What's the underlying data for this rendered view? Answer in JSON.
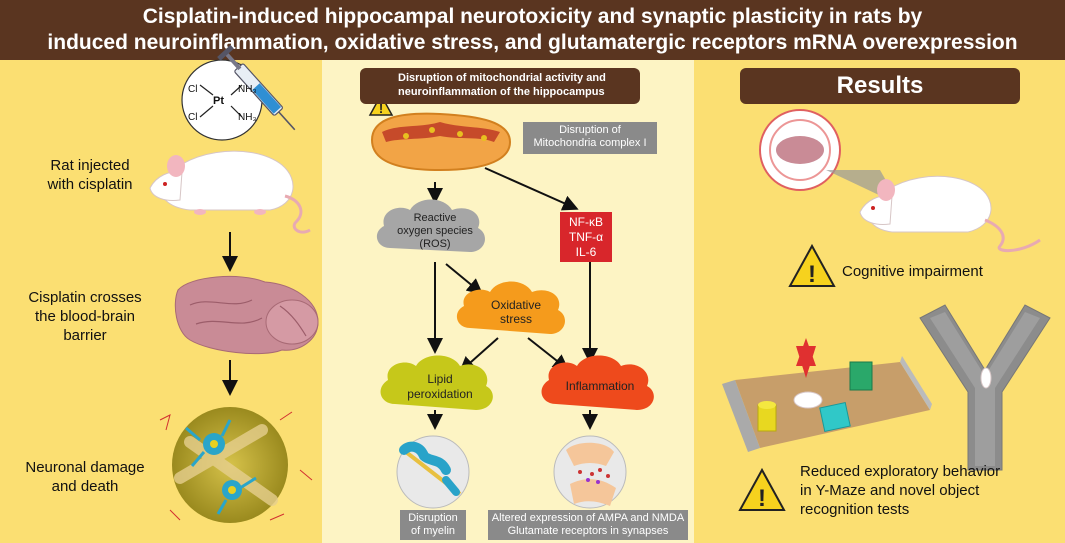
{
  "title": {
    "line1": "Cisplatin-induced hippocampal neurotoxicity and synaptic plasticity in rats by",
    "line2": "induced neuroinflammation, oxidative stress, and glutamatergic receptors mRNA overexpression"
  },
  "left": {
    "molecule": {
      "cl1": "Cl",
      "cl2": "Cl",
      "pt": "Pt",
      "nh1": "NH₃",
      "nh2": "NH₃"
    },
    "step1": {
      "line1": "Rat injected",
      "line2": "with cisplatin"
    },
    "step2": {
      "line1": "Cisplatin crosses",
      "line2": "the blood-brain",
      "line3": "barrier"
    },
    "step3": {
      "line1": "Neuronal damage",
      "line2": "and death"
    }
  },
  "middle": {
    "header": {
      "line1": "Disruption of mitochondrial activity and",
      "line2": "neuroinflammation of the hippocampus"
    },
    "mito_label": {
      "line1": "Disruption of",
      "line2": "Mitochondria complex I"
    },
    "ros": {
      "line1": "Reactive",
      "line2": "oxygen species",
      "line3": "(ROS)"
    },
    "cytokines": {
      "line1": "NF-κB",
      "line2": "TNF-α",
      "line3": "IL-6"
    },
    "oxidative": {
      "line1": "Oxidative",
      "line2": "stress"
    },
    "lipid": {
      "line1": "Lipid",
      "line2": "peroxidation"
    },
    "inflammation": "Inflammation",
    "myelin_label": {
      "line1": "Disruption",
      "line2": "of myelin"
    },
    "synapse_label": {
      "line1": "Altered expression of AMPA and NMDA",
      "line2": "Glutamate receptors in synapses"
    }
  },
  "right": {
    "header": "Results",
    "cognitive": "Cognitive impairment",
    "exploratory": {
      "line1": "Reduced exploratory behavior",
      "line2": "in Y-Maze and novel object",
      "line3": "recognition tests"
    }
  },
  "colors": {
    "title_bg": "#5a3520",
    "side_bg": "#fbdf72",
    "mid_bg": "#fdf4c4",
    "ros_cloud": "#a6a6a6",
    "oxidative_cloud": "#f59b1c",
    "lipid_cloud": "#c6c81a",
    "inflammation_cloud": "#ee4a1c",
    "cytokine_box": "#d8262b",
    "warning": "#f6d21e"
  },
  "icons": [
    "syringe-icon",
    "rat-icon",
    "brain-icon",
    "neuron-icon",
    "mitochondrion-icon",
    "myelin-icon",
    "synapse-icon",
    "warning-icon",
    "y-maze-icon",
    "object-arena-icon"
  ]
}
